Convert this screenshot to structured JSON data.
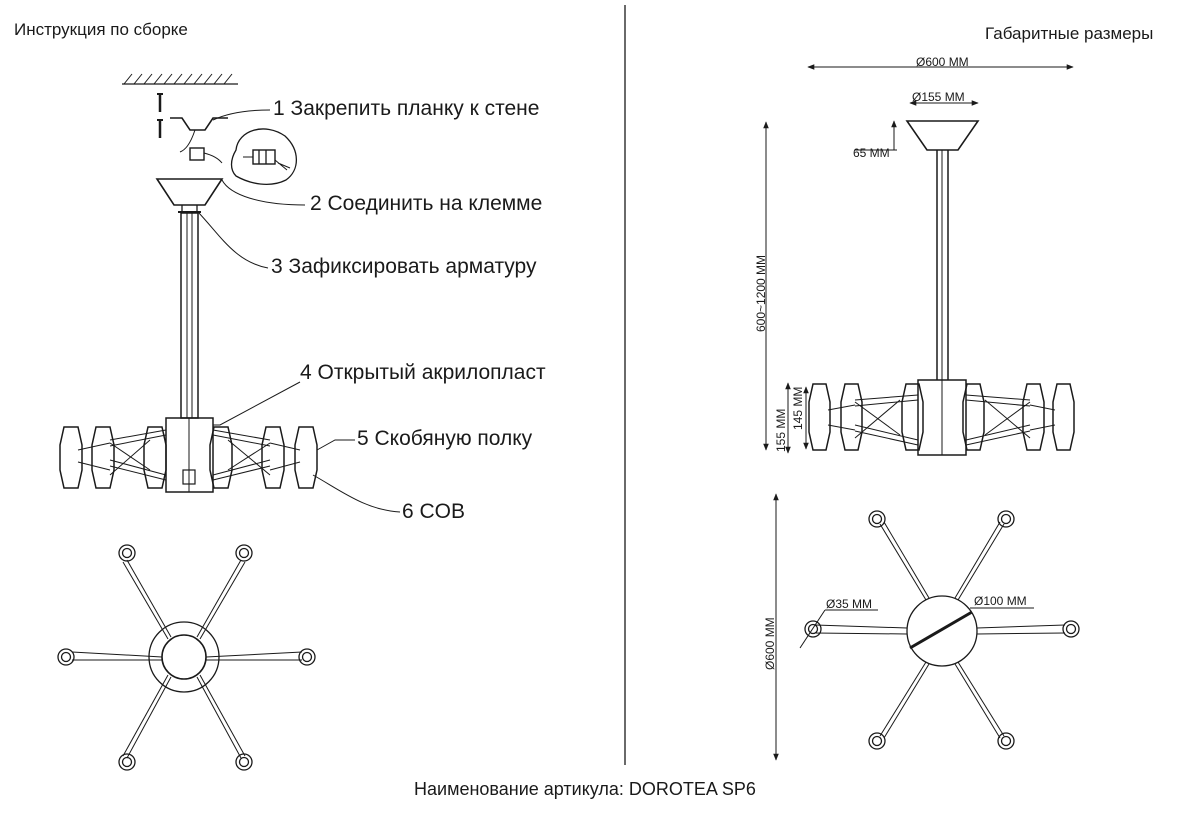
{
  "headers": {
    "left": "Инструкция по сборке",
    "right": "Габаритные размеры"
  },
  "steps": [
    "1 Закрепить планку к стене",
    "2 Соединить на клемме",
    "3 Зафиксировать арматуру",
    "4 Открытый акрилопласт",
    "5 Скобяную полку",
    "6 COB"
  ],
  "dimensions": {
    "overall_diameter": "Ø600 MM",
    "canopy_diameter": "Ø155 MM",
    "canopy_height": "65 MM",
    "total_height": "600~1200 MM",
    "body_height_outer": "155 MM",
    "body_height_inner": "145 MM",
    "plan_diameter": "Ø600 MM",
    "shade_diameter": "Ø35 MM",
    "hub_diameter": "Ø100 MM"
  },
  "footer": "Наименование артикула: DOROTEA SP6",
  "colors": {
    "line": "#1a1a1a",
    "background": "#ffffff"
  }
}
